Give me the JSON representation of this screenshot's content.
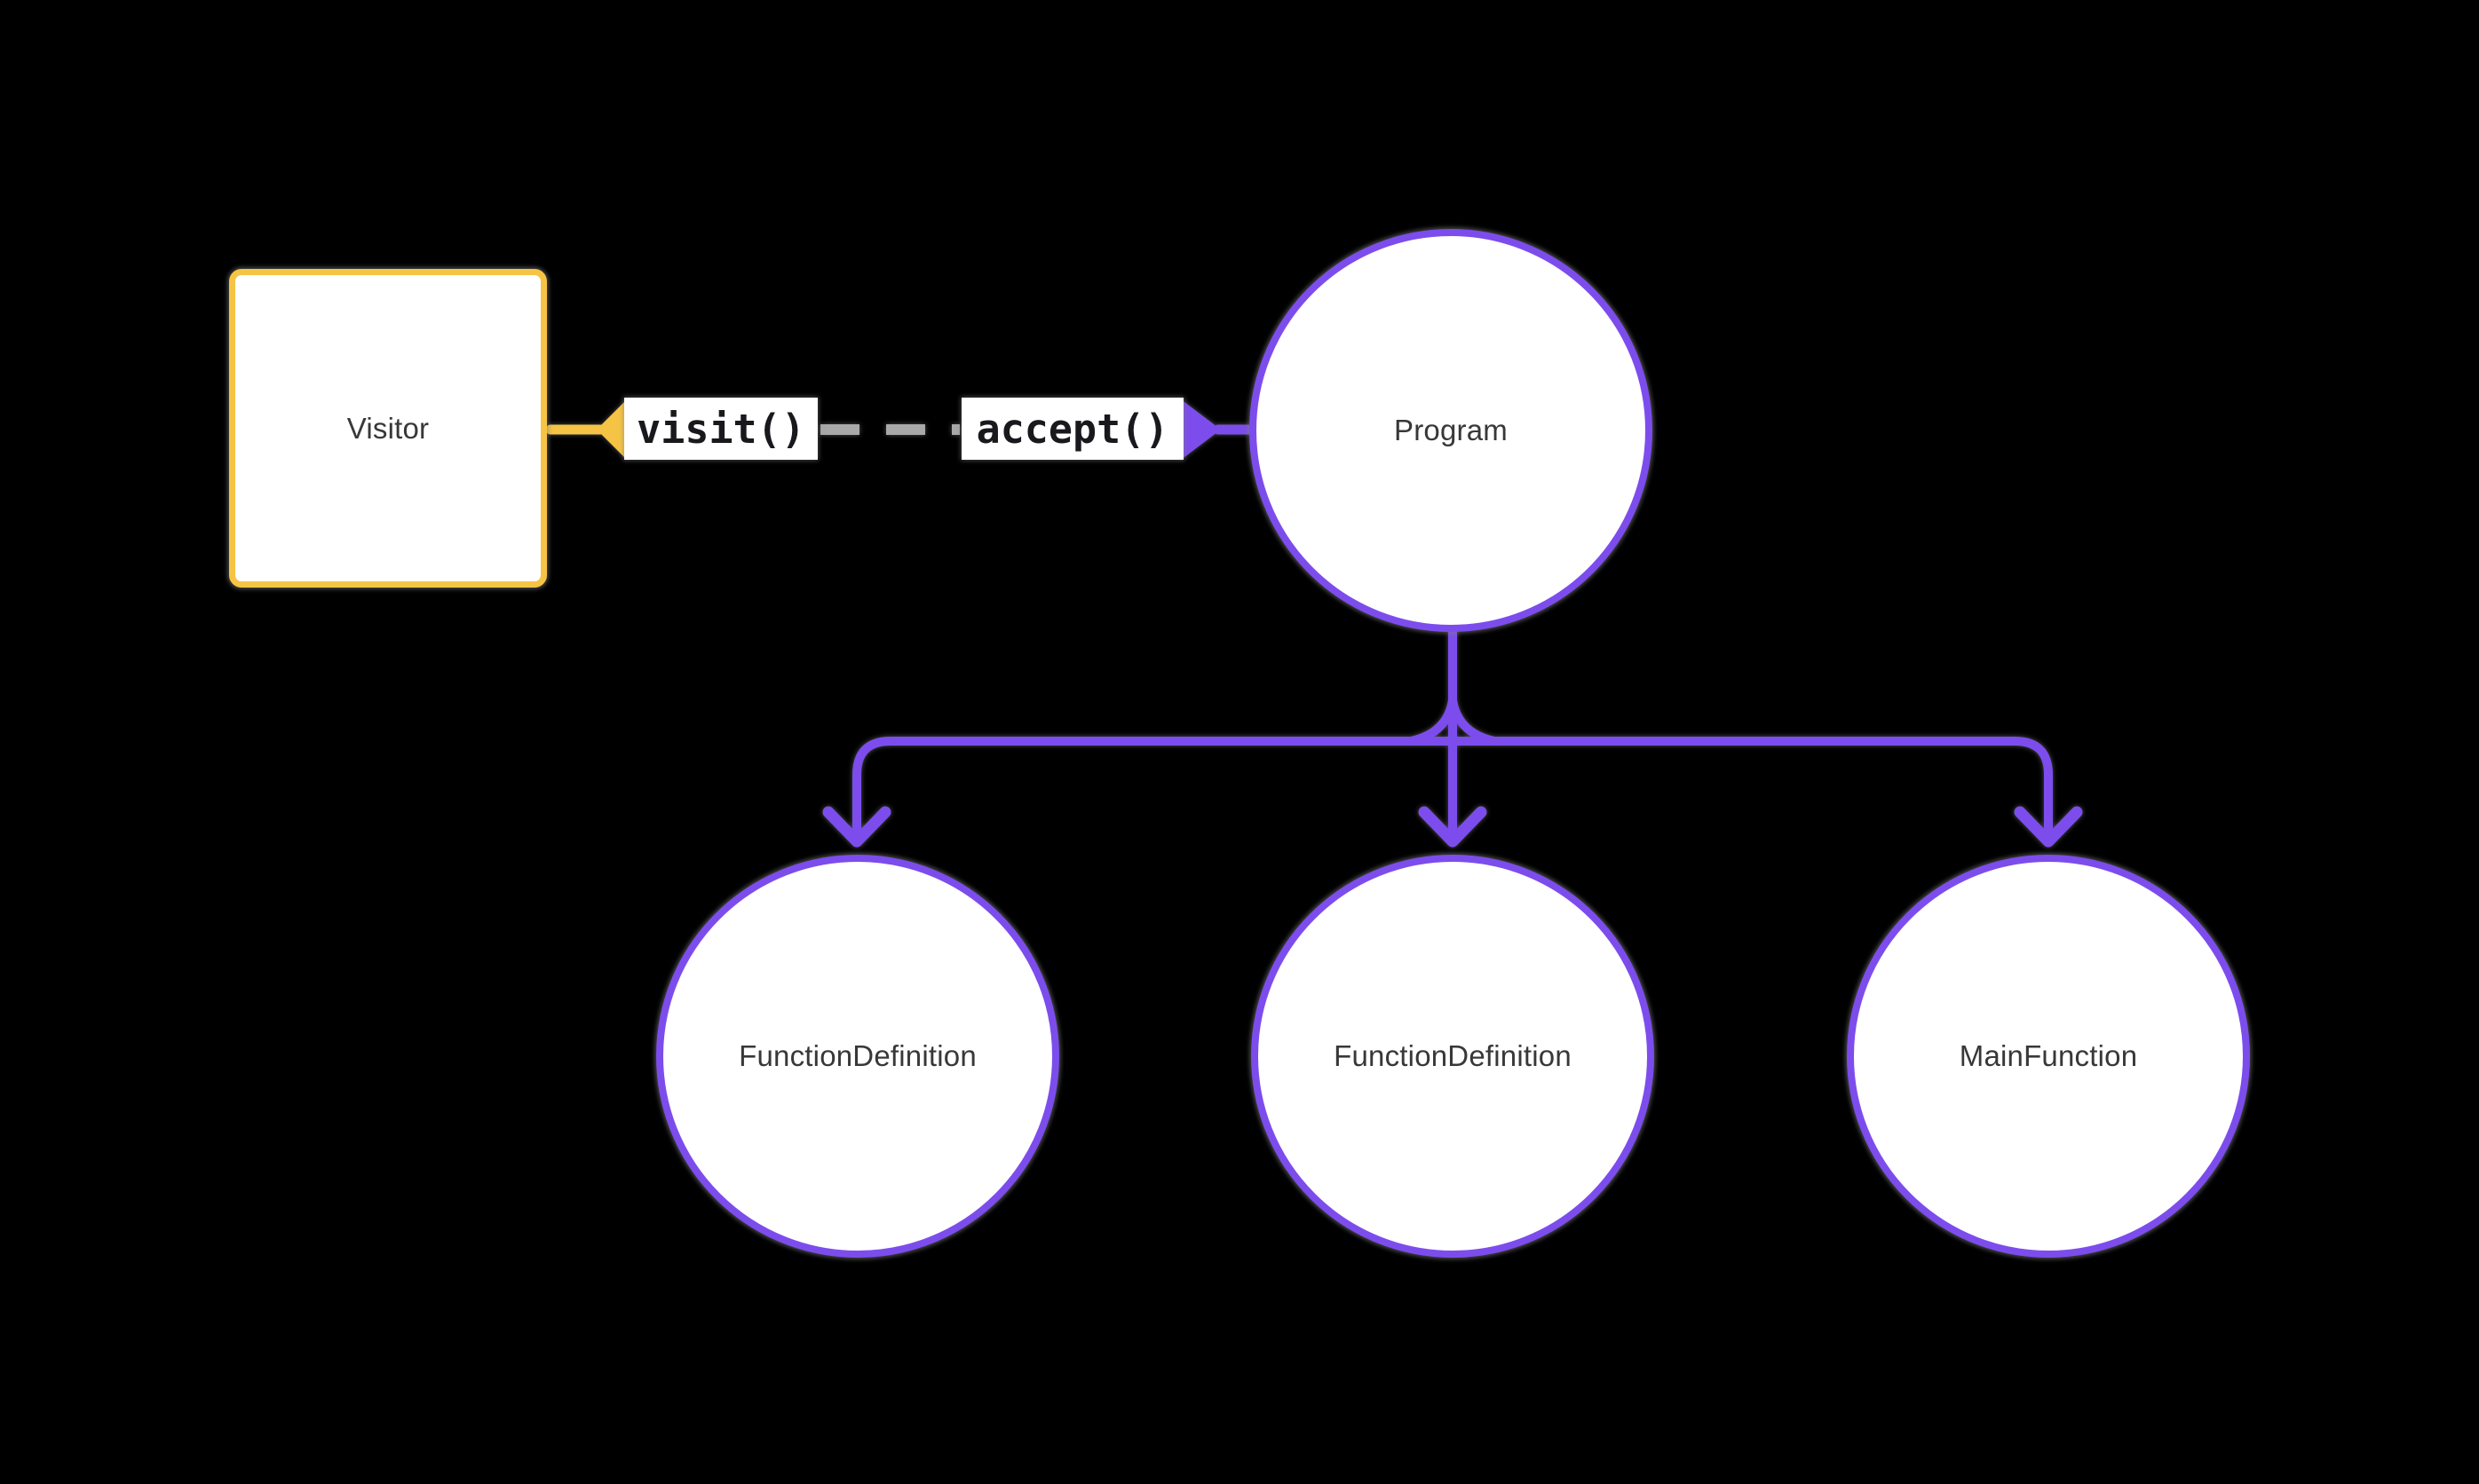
{
  "diagram": {
    "nodes": {
      "visitor": {
        "label": "Visitor",
        "shape": "square"
      },
      "program": {
        "label": "Program",
        "shape": "circle"
      },
      "func1": {
        "label": "FunctionDefinition",
        "shape": "circle"
      },
      "func2": {
        "label": "FunctionDefinition",
        "shape": "circle"
      },
      "main": {
        "label": "MainFunction",
        "shape": "circle"
      }
    },
    "edges": {
      "visit_label": "visit()",
      "accept_label": "accept()",
      "visitor_link": "dashed gray link between visit() and accept()",
      "program_children": [
        "func1",
        "func2",
        "main"
      ]
    },
    "colors": {
      "background": "#000000",
      "purple": "#7C4DEC",
      "yellow": "#F6C445",
      "gray_dash": "#A9A9A9",
      "node_fill": "#FFFFFF",
      "node_text": "#383838",
      "code_text": "#18181D"
    }
  }
}
